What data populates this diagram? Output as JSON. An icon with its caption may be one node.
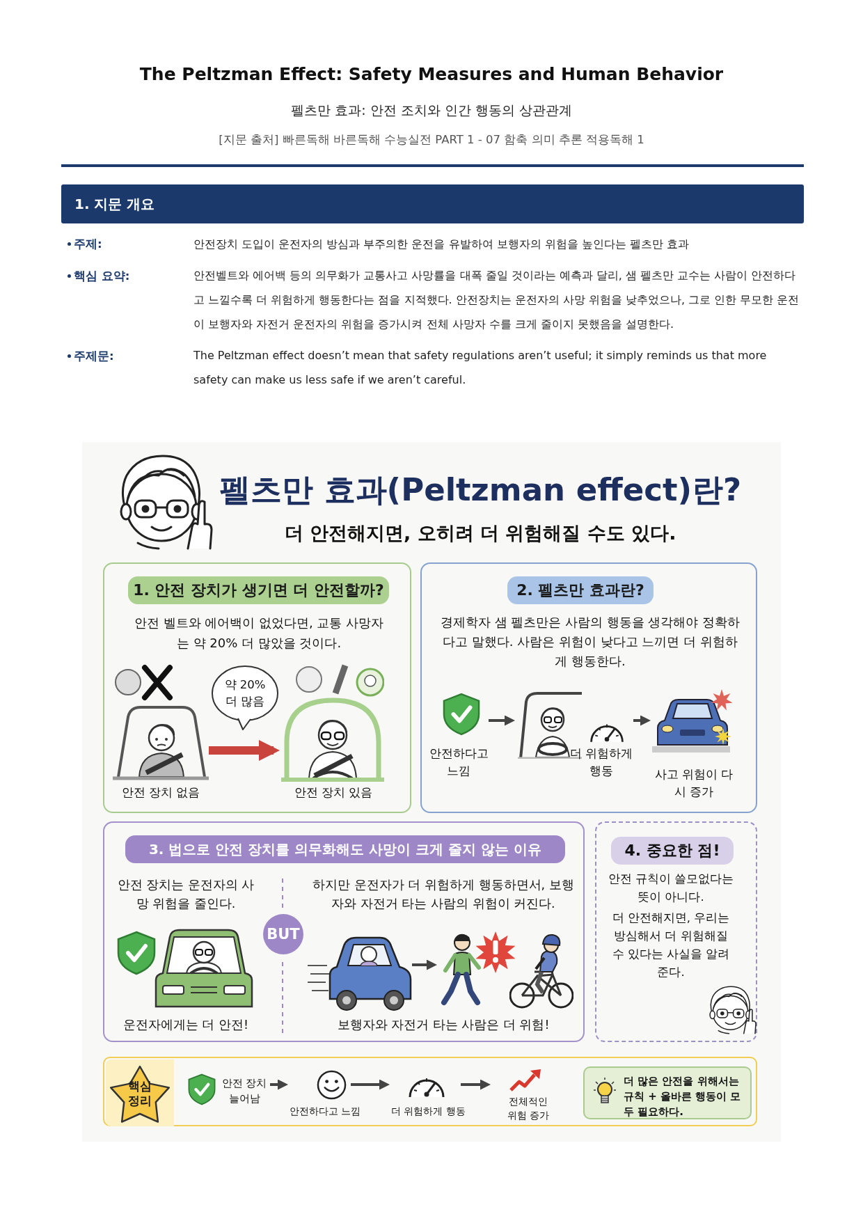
{
  "diagram": {
    "title": "The Peltzman Effect: Safety Measures and Human Behavior",
    "nodes": [
      {
        "text": [
          "1. 지문 개요"
        ]
      },
      {
        "text": [
          "1. 안전 장치가 생기면 더 안전할까?",
          "안전 벨트와 에어백이 없었다면, 교통 사망자는 약 20% 더 많았을 것이다."
        ]
      },
      {
        "text": [
          "약 20% 더 많음"
        ],
        "in": 1
      },
      {
        "text": [
          "안전 장치 없음"
        ],
        "in": 1
      },
      {
        "text": [
          "안전 장치 있음"
        ],
        "in": 1
      },
      {
        "text": [
          "2. 펠츠만 효과란?",
          "경제학자 샘 펠츠만은 사람의 행동을 생각해야 정확하다고 말했다. 사람은 위험이 낮다고 느끼면 더 위험하게 행동한다."
        ]
      },
      {
        "text": [
          "안전하다고 느낌"
        ],
        "in": 5
      },
      {
        "text": [
          "더 위험하게 행동"
        ],
        "in": 5
      },
      {
        "text": [
          "사고 위험이 다시 증가"
        ],
        "in": 5
      },
      {
        "text": [
          "3. 법으로 안전 장치를 의무화해도 사망이 크게 줄지 않는 이유"
        ]
      },
      {
        "text": [
          "안전 장치는 운전자의 사망 위험을 줄인다.",
          "운전자에게는 더 안전!"
        ],
        "in": 9
      },
      {
        "text": [
          "BUT"
        ],
        "in": 9
      },
      {
        "text": [
          "하지만 운전자가 더 위험하게 행동하면서, 보행자와 자전거 타는 사람의 위험이 커진다.",
          "보행자와 자전거 타는 사람은 더 위험!"
        ],
        "in": 9
      },
      {
        "text": [],
        "shape": "picture",
        "in": 12
      },
      {
        "text": [],
        "shape": "picture",
        "in": 12
      },
      {
        "text": [
          "4. 중요한 점!",
          "안전 규칙이 쓸모없다는 뜻이 아니다.",
          "더 안전해지면, 우리는 방심해서 더 위험해질 수 있다는 사실을 알려 준다."
        ]
      },
      {
        "text": [],
        "shape": "box"
      },
      {
        "text": [
          "핵심 정리"
        ],
        "in": 16
      },
      {
        "text": [
          "안전 장치 늘어남"
        ],
        "in": 16
      },
      {
        "text": [
          "안전하다고 느낌"
        ],
        "in": 16
      },
      {
        "text": [
          "더 위험하게 행동"
        ],
        "in": 16
      },
      {
        "text": [
          "전체적인 위험 증가"
        ],
        "in": 16
      },
      {
        "text": [
          "더 많은 안전을 위해서는 규칙 + 올바른 행동이 모두 필요하다."
        ],
        "in": 16
      }
    ],
    "edges": [
      {
        "from": 3,
        "to": 4,
        "arrow": "to",
        "style": "thick",
        "color": "#c9443c"
      },
      {
        "from": 6,
        "to": 7,
        "arrow": "to"
      },
      {
        "from": 7,
        "to": 8,
        "arrow": "to"
      },
      {
        "from": 13,
        "to": 14,
        "arrow": "to"
      },
      {
        "from": 18,
        "to": 19,
        "arrow": "to"
      },
      {
        "from": 19,
        "to": 20,
        "arrow": "to"
      },
      {
        "from": 20,
        "to": 21,
        "arrow": "to"
      }
    ],
    "labels": [
      "펠츠만 효과: 안전 조치와 인간 행동의 상관관계",
      "[지문 출처] 빠른독해 바른독해 수능실전 PART 1 - 07 함축 의미 추론 적용독해 1",
      "주제:",
      "안전장치 도입이 운전자의 방심과 부주의한 운전을 유발하여 보행자의 위험을 높인다는 펠츠만 효과",
      "핵심 요약:",
      "안전벨트와 에어백 등의 의무화가 교통사고 사망률을 대폭 줄일 것이라는 예측과 달리, 샘 펠츠만 교수는 사람이 안전하다고 느낄수록 더 위험하게 행동한다는 점을 지적했다. 안전장치는 운전자의 사망 위험을 낮추었으나, 그로 인한 무모한 운전이 보행자와 자전거 운전자의 위험을 증가시켜 전체 사망자 수를 크게 줄이지 못했음을 설명한다.",
      "주제문:",
      "The Peltzman effect doesn’t mean that safety regulations aren’t useful; it simply reminds us that more safety can make us less safe if we aren’t careful.",
      "펠츠만 효과(Peltzman effect)란?",
      "더 안전해지면, 오히려 더 위험해질 수도 있다."
    ]
  }
}
